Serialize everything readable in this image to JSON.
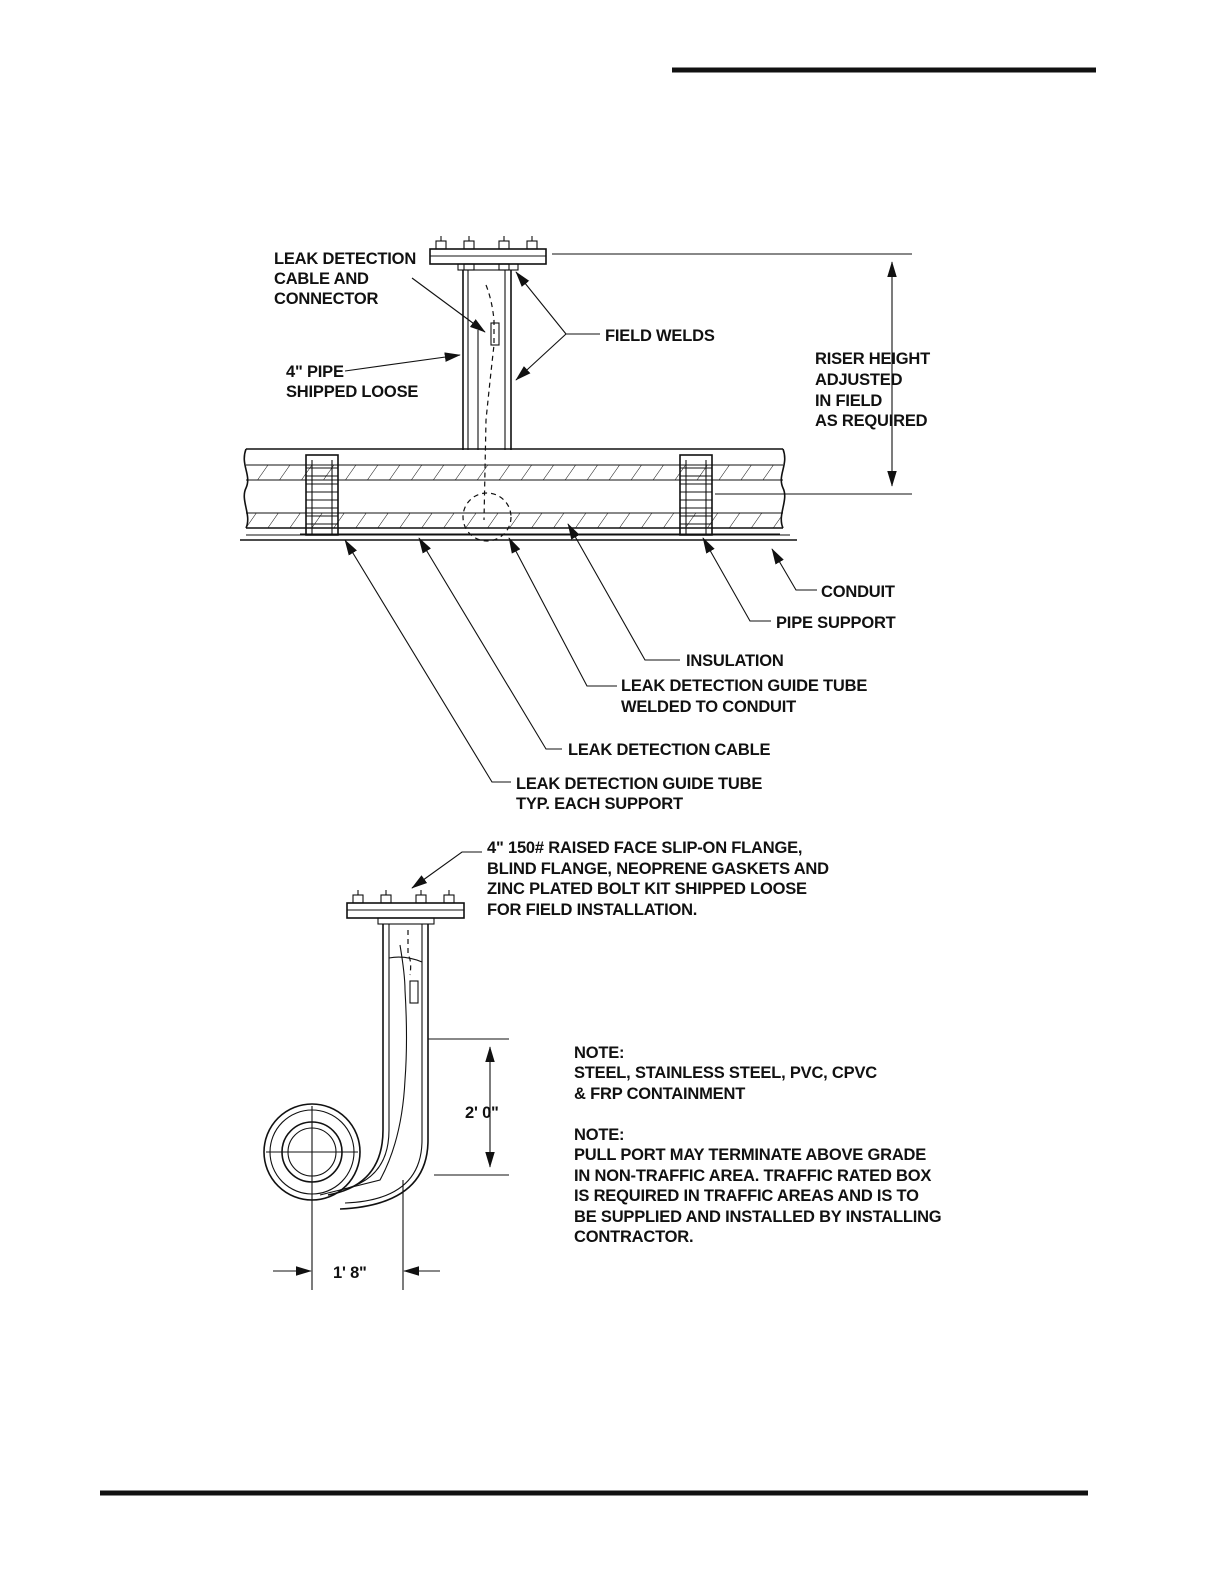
{
  "top_view": {
    "labels": {
      "leak_cable_connector": [
        "LEAK DETECTION",
        "CABLE AND",
        "CONNECTOR"
      ],
      "pipe_4in": [
        "4\" PIPE",
        "SHIPPED LOOSE"
      ],
      "field_welds": [
        "FIELD WELDS"
      ],
      "riser_height": [
        "RISER HEIGHT",
        "ADJUSTED",
        "IN FIELD",
        "AS REQUIRED"
      ],
      "conduit": [
        "CONDUIT"
      ],
      "pipe_support": [
        "PIPE SUPPORT"
      ],
      "insulation": [
        "INSULATION"
      ],
      "guide_tube_welded": [
        "LEAK DETECTION GUIDE TUBE",
        "WELDED TO CONDUIT"
      ],
      "leak_cable": [
        "LEAK DETECTION CABLE"
      ],
      "guide_tube_support": [
        "LEAK DETECTION GUIDE TUBE",
        "TYP. EACH SUPPORT"
      ]
    }
  },
  "side_view": {
    "flange_note": [
      "4\" 150# RAISED FACE SLIP-ON FLANGE,",
      "BLIND FLANGE, NEOPRENE GASKETS AND",
      "ZINC PLATED BOLT KIT SHIPPED LOOSE",
      "FOR FIELD INSTALLATION."
    ],
    "dim_vertical": "2' 0\"",
    "dim_horizontal": "1' 8\""
  },
  "notes": {
    "note1": [
      "NOTE:",
      "STEEL, STAINLESS STEEL, PVC, CPVC",
      "& FRP CONTAINMENT"
    ],
    "note2": [
      "NOTE:",
      "PULL PORT MAY TERMINATE ABOVE GRADE",
      "IN NON-TRAFFIC AREA. TRAFFIC RATED BOX",
      "IS REQUIRED IN TRAFFIC AREAS AND IS TO",
      "BE SUPPLIED AND INSTALLED BY INSTALLING",
      "CONTRACTOR."
    ]
  }
}
